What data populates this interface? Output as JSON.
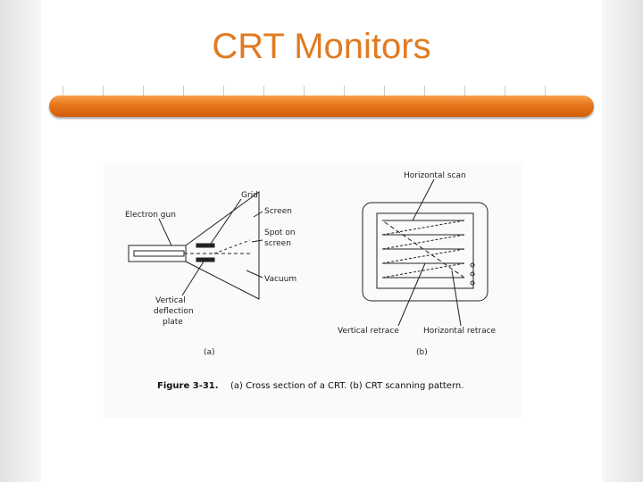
{
  "slide": {
    "title": "CRT Monitors",
    "accent_color": "#e07b22",
    "rule_color": "#e8761c"
  },
  "figure": {
    "part_a": {
      "labels": {
        "grid": "Grid",
        "electron_gun": "Electron gun",
        "screen": "Screen",
        "spot_line1": "Spot on",
        "spot_line2": "screen",
        "vacuum": "Vacuum",
        "deflection_line1": "Vertical",
        "deflection_line2": "deflection",
        "deflection_line3": "plate"
      },
      "panel_label": "(a)"
    },
    "part_b": {
      "labels": {
        "horizontal_scan": "Horizontal scan",
        "vertical_retrace": "Vertical retrace",
        "horizontal_retrace": "Horizontal retrace"
      },
      "panel_label": "(b)"
    },
    "caption_number": "Figure 3-31.",
    "caption_text": "(a) Cross section of a CRT. (b) CRT scanning pattern."
  }
}
